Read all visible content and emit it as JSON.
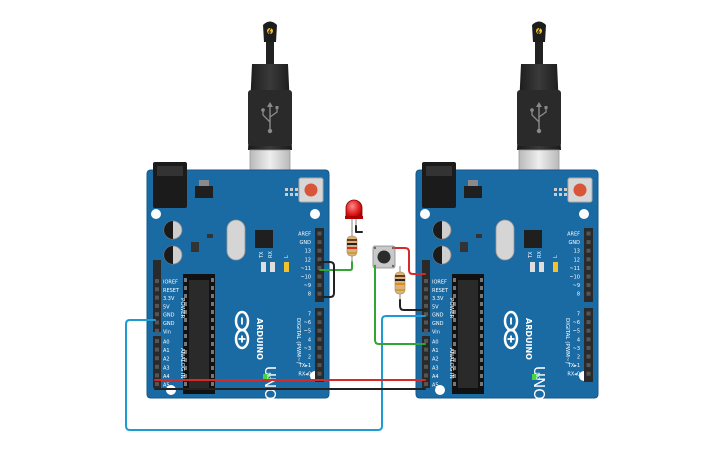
{
  "boards": [
    {
      "id": "left",
      "logo_text": "ARDUINO",
      "model_text": "UNO",
      "power_header_label": "POWER",
      "analog_header_label": "ANALOG IN",
      "digital_header_label": "DIGITAL (PWM~)",
      "on_label": "ON",
      "tx_label": "TX",
      "rx_label": "RX",
      "l_label": "L",
      "power_pins": [
        "IOREF",
        "RESET",
        "3.3V",
        "5V",
        "GND",
        "GND",
        "Vin"
      ],
      "analog_pins": [
        "A0",
        "A1",
        "A2",
        "A3",
        "A4",
        "A5"
      ],
      "top_pins": [
        "AREF",
        "GND",
        "13",
        "12",
        "~11",
        "~10",
        "~9",
        "8"
      ],
      "bottom_pins": [
        "7",
        "~6",
        "~5",
        "4",
        "~3",
        "2",
        "TX▸1",
        "RX◂0"
      ]
    },
    {
      "id": "right",
      "logo_text": "ARDUINO",
      "model_text": "UNO",
      "power_header_label": "POWER",
      "analog_header_label": "ANALOG IN",
      "digital_header_label": "DIGITAL (PWM~)",
      "on_label": "ON",
      "tx_label": "TX",
      "rx_label": "RX",
      "l_label": "L",
      "power_pins": [
        "IOREF",
        "RESET",
        "3.3V",
        "5V",
        "GND",
        "GND",
        "Vin"
      ],
      "analog_pins": [
        "A0",
        "A1",
        "A2",
        "A3",
        "A4",
        "A5"
      ],
      "top_pins": [
        "AREF",
        "GND",
        "13",
        "12",
        "~11",
        "~10",
        "~9",
        "8"
      ],
      "bottom_pins": [
        "7",
        "~6",
        "~5",
        "4",
        "~3",
        "2",
        "TX▸1",
        "RX◂0"
      ]
    }
  ],
  "components": {
    "led": "red-led",
    "resistor_led": "resistor",
    "pushbutton": "pushbutton",
    "resistor_button": "resistor",
    "usb_cable_left": "usb-cable",
    "usb_cable_right": "usb-cable"
  },
  "wire_colors": {
    "blue": "#1e9bd3",
    "black": "#222222",
    "red": "#d42a2a",
    "green": "#33a532"
  },
  "colors": {
    "board": "#1a6aa3",
    "board_dark": "#155789",
    "header": "#2a2a2a"
  }
}
